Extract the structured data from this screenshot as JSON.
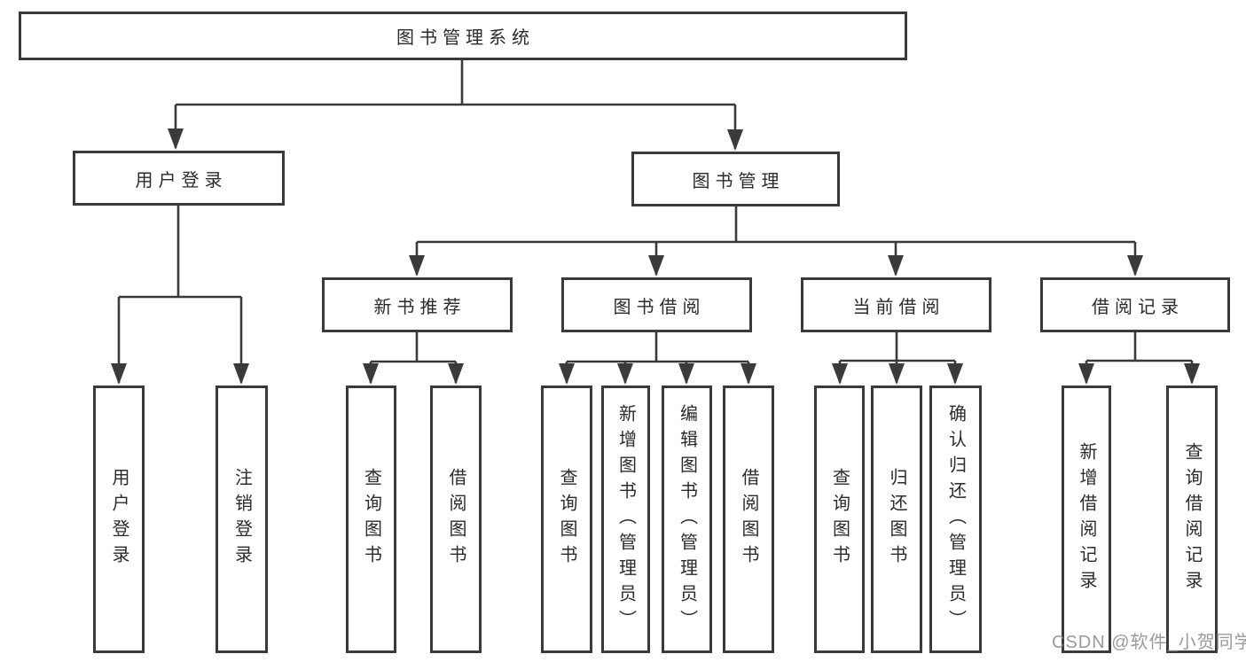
{
  "colors": {
    "line": "#3a3a3a",
    "box_border": "#3a3a3a",
    "text": "#2b2b2b",
    "watermark": "#8a8a8a",
    "background": "#ffffff"
  },
  "tree": {
    "label": "图书管理系统",
    "children": [
      {
        "label": "用户登录",
        "children": [
          {
            "label": "用户登录"
          },
          {
            "label": "注销登录"
          }
        ]
      },
      {
        "label": "图书管理",
        "children": [
          {
            "label": "新书推荐",
            "children": [
              {
                "label": "查询图书"
              },
              {
                "label": "借阅图书"
              }
            ]
          },
          {
            "label": "图书借阅",
            "children": [
              {
                "label": "查询图书"
              },
              {
                "label": "新增图书（管理员）"
              },
              {
                "label": "编辑图书（管理员）"
              },
              {
                "label": "借阅图书"
              }
            ]
          },
          {
            "label": "当前借阅",
            "children": [
              {
                "label": "查询图书"
              },
              {
                "label": "归还图书"
              },
              {
                "label": "确认归还（管理员）"
              }
            ]
          },
          {
            "label": "借阅记录",
            "children": [
              {
                "label": "新增借阅记录"
              },
              {
                "label": "查询借阅记录"
              }
            ]
          }
        ]
      }
    ]
  },
  "watermark": {
    "text": "CSDN @软件_小贺同学"
  }
}
